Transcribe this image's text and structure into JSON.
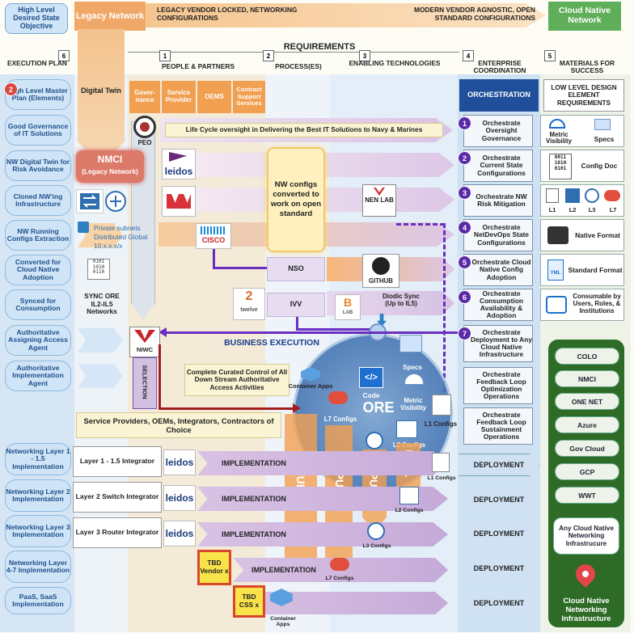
{
  "top": {
    "objective": "High Level Desired State Objective",
    "legacy_network": "Legacy Network",
    "legacy_desc": "LEGACY VENDOR LOCKED, NETWORKING CONFIGURATIONS",
    "modern_desc": "MODERN VENDOR AGNOSTIC, OPEN STANDARD CONFIGURATIONS",
    "cloud_native": "Cloud Native Network"
  },
  "headers": {
    "requirements": "REQUIREMENTS",
    "execution_plan": "EXECUTION PLAN",
    "execution_num": "6",
    "people": "PEOPLE & PARTNERS",
    "people_num": "1",
    "processes": "PROCESS(ES)",
    "processes_num": "2",
    "enabling": "ENABLING TECHNOLOGIES",
    "enabling_num": "3",
    "enterprise": "ENTERPRISE COORDINATION",
    "enterprise_num": "4",
    "materials": "MATERIALS FOR SUCCESS",
    "materials_num": "5",
    "digital_twin": "Digital Twin",
    "governance": "Gover-nance",
    "service_provider": "Service Provider",
    "oems": "OEMS",
    "contract_support": "Contract Support Services",
    "orchestration": "ORCHESTRATION",
    "lld": "LOW LEVEL DESIGN ELEMENT REQUIREMENTS"
  },
  "plan": [
    {
      "num": "2",
      "label": "High Level Master Plan (Elements)"
    },
    {
      "label": "Good Governance of IT Solutions"
    },
    {
      "label": "NW Digital Twin for Risk Avoidance"
    },
    {
      "label": "Cloned NW'ing Infrastructure"
    },
    {
      "label": "NW Running Configs Extraction"
    },
    {
      "label": "Converted for Cloud Native Adoption"
    },
    {
      "label": "Synced for Consumption"
    },
    {
      "label": "Authoritative Assigning Access Agent"
    },
    {
      "label": "Authoritative Implementation Agent"
    },
    {
      "label": "Networking Layer 1 - 1.5 Implementation"
    },
    {
      "label": "Networking Layer 2 Implementation"
    },
    {
      "label": "Networking Layer 3 Implementation"
    },
    {
      "label": "Networking Layer 4-7 Implementation"
    },
    {
      "label": "PaaS, SaaS Implementation"
    }
  ],
  "middle": {
    "peo": "PEO",
    "lifecycle": "Life Cycle oversight in Delivering the Best IT Solutions to Navy & Marines",
    "nmci": "NMCI",
    "nmci_sub": "(Legacy Network)",
    "leidos": "leidos",
    "cisco": "CISCO",
    "twelve": "twelve",
    "nw_configs": "NW configs converted to work on open standard",
    "nen_lab": "NEN LAB",
    "private_subnets": "Private subnets",
    "distributed_global": "Distributed Global",
    "ip_range": "10.x.x.x/x",
    "nso": "NSO",
    "github": "GITHUB",
    "ivv": "IVV",
    "lab": "LAB",
    "diodic": "Diodic Sync (Up to IL5)",
    "sync_ore": "SYNC ORE IL2-IL5 Networks",
    "business_execution": "BUSINESS EXECUTION",
    "niwc": "NIWC",
    "selection": "SELECTION",
    "curated": "Complete Curated Control of All Down Stream Authoritative Access Activities",
    "container_apps": "Container Apps",
    "code": "Code",
    "ore": "ORE",
    "specs": "Specs",
    "metric_visibility": "Metric Visibility",
    "l1_configs": "L1 Configs",
    "l2_configs": "L2 Configs",
    "l3_configs": "L3 Configs",
    "l7_configs": "L7 Configs",
    "full": "FULL",
    "pull": "PULL",
    "service_providers": "Service Providers, OEMs, Integrators, Contractors of Choice"
  },
  "integrators": [
    {
      "label": "Layer 1 - 1.5 Integrator"
    },
    {
      "label": "Layer 2 Switch Integrator"
    },
    {
      "label": "Layer 3 Router Integrator"
    }
  ],
  "tbd": [
    {
      "label": "TBD Vendor x"
    },
    {
      "label": "TBD CSS x"
    }
  ],
  "implementation": "IMPLEMENTATION",
  "deployment": "DEPLOYMENT",
  "orchestrate": [
    {
      "num": "1",
      "label": "Orchestrate Oversight Governance"
    },
    {
      "num": "2",
      "label": "Orchestrate Current State Configurations"
    },
    {
      "num": "3",
      "label": "Orchestrate NW Risk Mitigation"
    },
    {
      "num": "4",
      "label": "Orchestrate NetDevOps State Configurations"
    },
    {
      "num": "5",
      "label": "Orchestrate Cloud Native Config Adoption"
    },
    {
      "num": "6",
      "label": "Orchestrate Consumption Availability & Adoption"
    },
    {
      "num": "7",
      "label": "Orchestrate Deployment to Any Cloud Native Infrastructure"
    },
    {
      "label": "Orchestrate Feedback Loop Optimization Operations"
    },
    {
      "label": "Orchestrate Feedback Loop Sustainment Operations"
    }
  ],
  "materials": {
    "metric_visibility": "Metric Visibility",
    "specs": "Specs",
    "config_doc": "Config Doc",
    "l1": "L1",
    "l2": "L2",
    "l3": "L3",
    "l7": "L7",
    "native_format": "Native Format",
    "standard_format": "Standard Format",
    "yml": "YML",
    "consumable": "Consumable by Users, Roles, & Institutions"
  },
  "clouds": [
    "COLO",
    "NMCI",
    "ONE NET",
    "Azure",
    "Gov Cloud",
    "GCP",
    "WWT"
  ],
  "any_cloud": "Any Cloud Native Networking Infrastrucure",
  "cloud_native_infra": "Cloud Native Networking Infrastructure"
}
